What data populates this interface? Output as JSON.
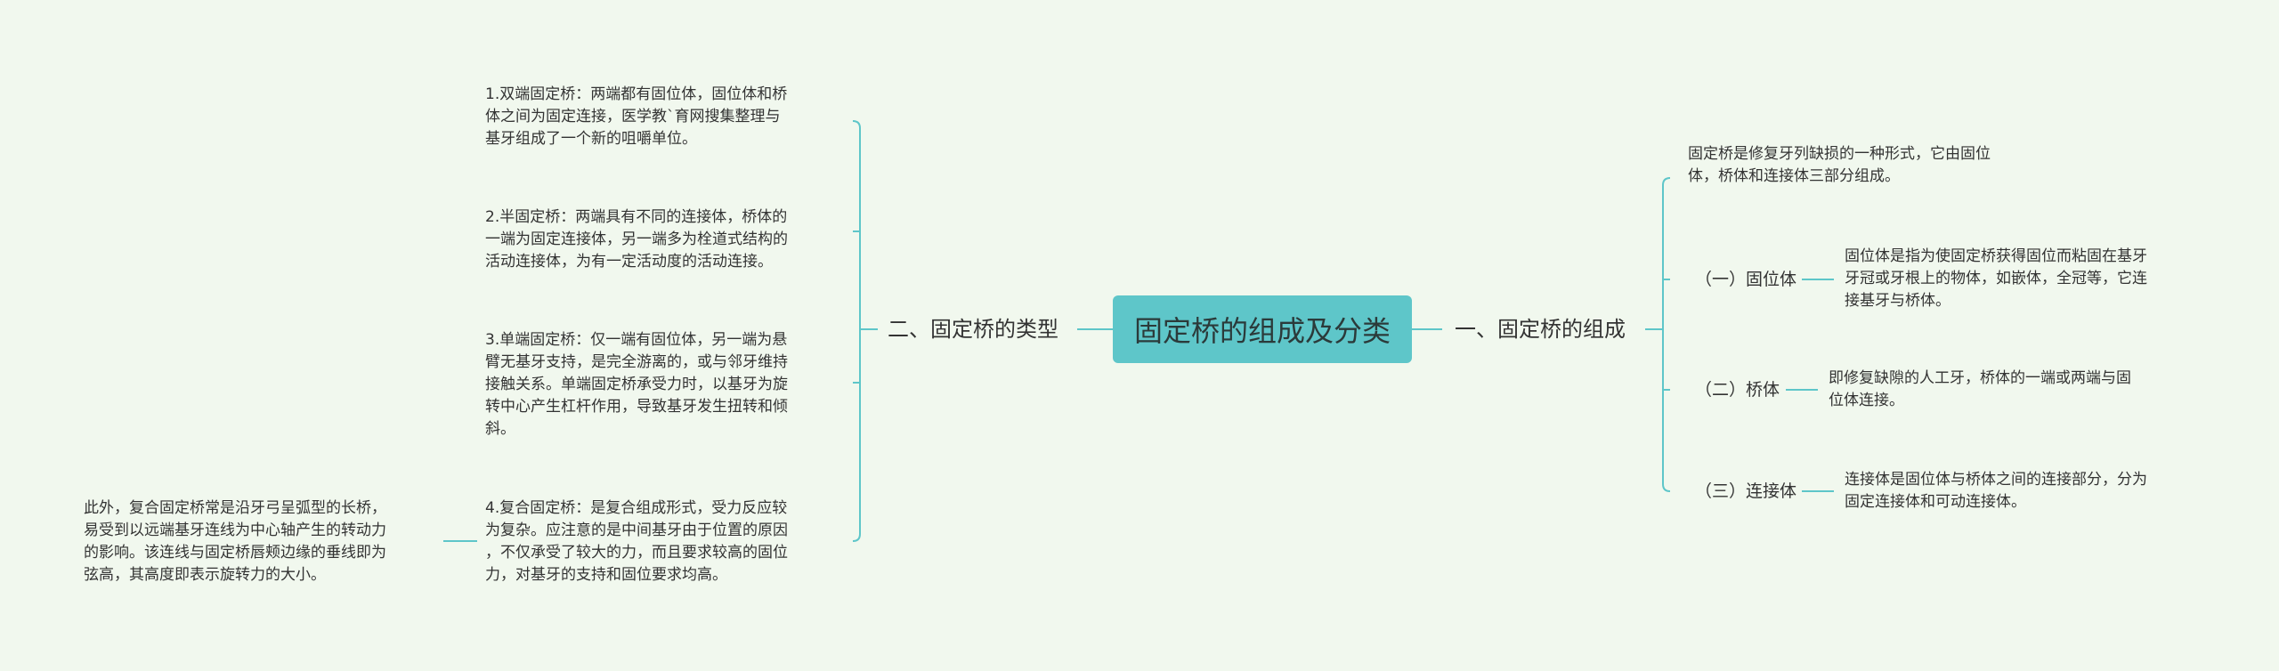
{
  "root": {
    "title": "固定桥的组成及分类"
  },
  "right_branch": {
    "label": "一、固定桥的组成",
    "intro": "固定桥是修复牙列缺损的一种形式，它由固位\n体，桥体和连接体三部分组成。",
    "items": [
      {
        "label": "（一）固位体",
        "desc": "固位体是指为使固定桥获得固位而粘固在基牙\n牙冠或牙根上的物体，如嵌体，全冠等，它连\n接基牙与桥体。"
      },
      {
        "label": "（二）桥体",
        "desc": "即修复缺隙的人工牙，桥体的一端或两端与固\n位体连接。"
      },
      {
        "label": "（三）连接体",
        "desc": "连接体是固位体与桥体之间的连接部分，分为\n固定连接体和可动连接体。"
      }
    ]
  },
  "left_branch": {
    "label": "二、固定桥的类型",
    "items": [
      {
        "text": "1.双端固定桥：两端都有固位体，固位体和桥\n体之间为固定连接，医学教`育网搜集整理与\n基牙组成了一个新的咀嚼单位。"
      },
      {
        "text": "2.半固定桥：两端具有不同的连接体，桥体的\n一端为固定连接体，另一端多为栓道式结构的\n活动连接体，为有一定活动度的活动连接。"
      },
      {
        "text": "3.单端固定桥：仅一端有固位体，另一端为悬\n臂无基牙支持，是完全游离的，或与邻牙维持\n接触关系。单端固定桥承受力时，以基牙为旋\n转中心产生杠杆作用，导致基牙发生扭转和倾\n斜。"
      },
      {
        "text": "4.复合固定桥：是复合组成形式，受力反应较\n为复杂。应注意的是中间基牙由于位置的原因\n，不仅承受了较大的力，而且要求较高的固位\n力，对基牙的支持和固位要求均高。"
      }
    ],
    "extra": {
      "text": "此外，复合固定桥常是沿牙弓呈弧型的长桥，\n易受到以远端基牙连线为中心轴产生的转动力\n的影响。该连线与固定桥唇颊边缘的垂线即为\n弦高，其高度即表示旋转力的大小。"
    }
  },
  "colors": {
    "line": "#5ec6c9",
    "root_fill": "#5ec6c9",
    "background": "#f1f8ee"
  }
}
